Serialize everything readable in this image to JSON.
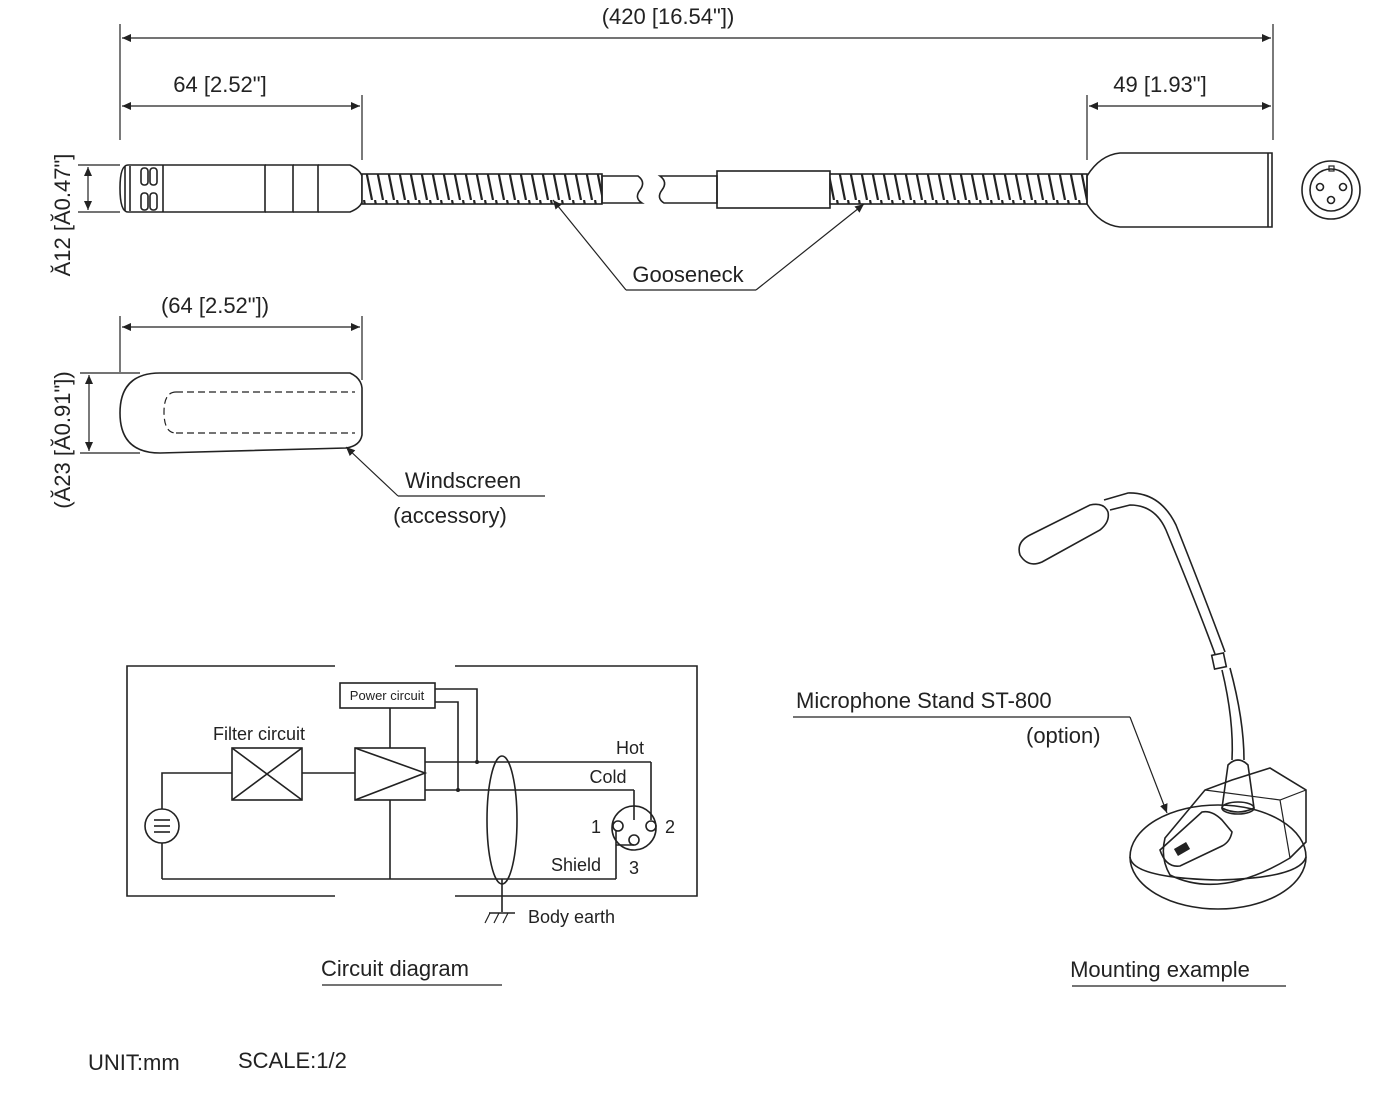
{
  "dimensions": {
    "overall": "(420 [16.54\"])",
    "head_length": "64 [2.52\"]",
    "connector_length": "49 [1.93\"]",
    "head_diameter": "Ă12 [Ă0.47\"]",
    "windscreen_length": "(64 [2.52\"])",
    "windscreen_diameter": "(Ă23 [Ă0.91\"])"
  },
  "labels": {
    "gooseneck": "Gooseneck",
    "windscreen": "Windscreen",
    "windscreen_note": "(accessory)",
    "stand": "Microphone Stand ST-800",
    "stand_note": "(option)"
  },
  "circuit": {
    "power_circuit": "Power circuit",
    "filter_circuit": "Filter circuit",
    "hot": "Hot",
    "cold": "Cold",
    "shield": "Shield",
    "pin1": "1",
    "pin2": "2",
    "pin3": "3",
    "body_earth": "Body earth"
  },
  "captions": {
    "circuit_diagram": "Circuit diagram",
    "mounting_example": "Mounting example"
  },
  "footer": {
    "unit": "UNIT:mm",
    "scale": "SCALE:1/2"
  }
}
